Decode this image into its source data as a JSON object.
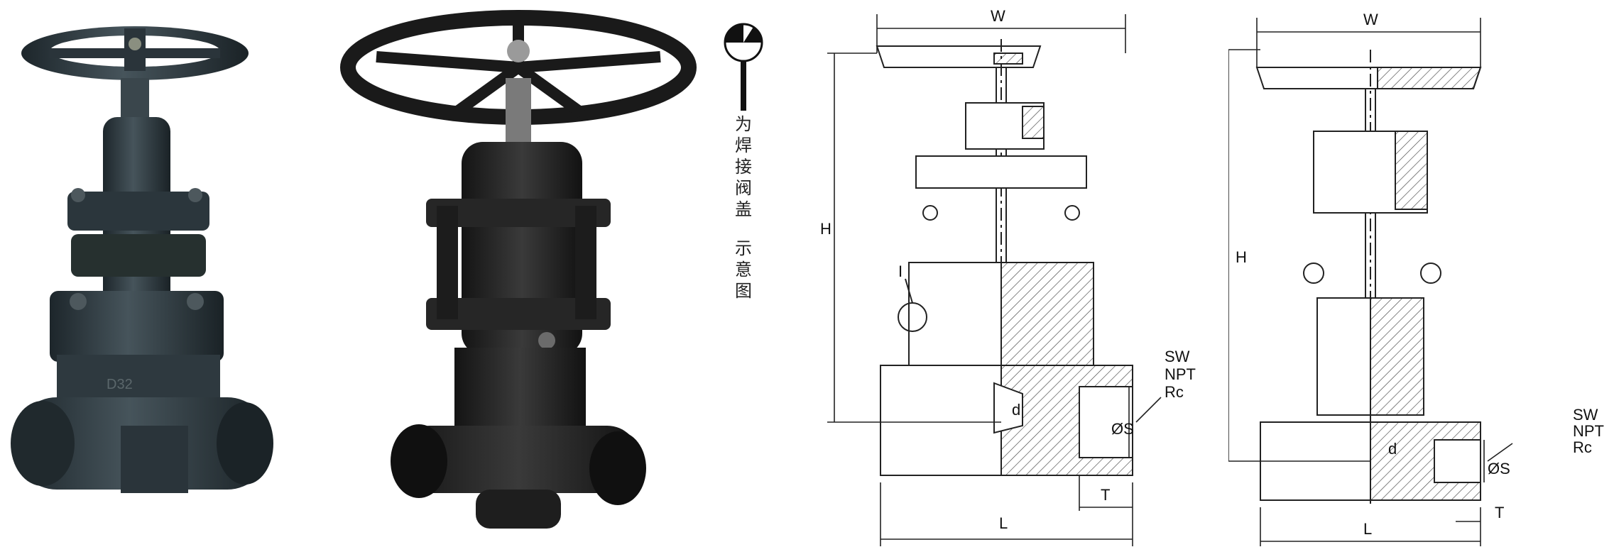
{
  "legend": {
    "weld_bonnet_text": "为焊接阀盖",
    "schematic_text": "示意图"
  },
  "photo1": {
    "marking": "D32"
  },
  "drawing1": {
    "label_w": "W",
    "label_h": "H",
    "label_l": "L",
    "label_t": "T",
    "label_os": "ØS",
    "label_d": "d",
    "label_i": "I",
    "end_types": [
      "SW",
      "NPT",
      "Rc"
    ]
  },
  "drawing2": {
    "label_w": "W",
    "label_h": "H",
    "label_l": "L",
    "label_t": "T",
    "label_os": "ØS",
    "label_d": "d",
    "end_types": [
      "SW",
      "NPT",
      "Rc"
    ]
  },
  "colors": {
    "valve_body": "#2f3a40",
    "line": "#222222",
    "hatch": "#444444"
  }
}
